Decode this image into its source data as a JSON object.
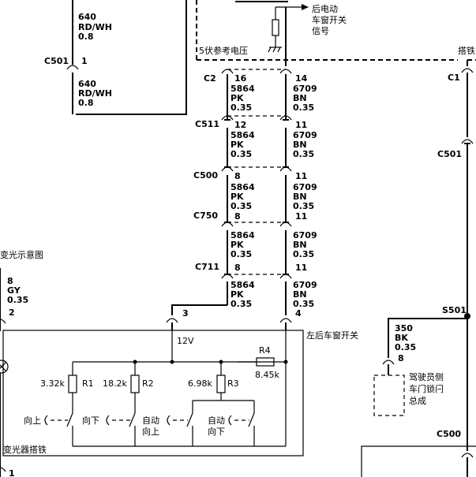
{
  "labels": {
    "rear_switch_signal": [
      "后电动",
      "车窗开关",
      "信号"
    ],
    "ref_5v": "5伏参考电压",
    "ground_top_right": "搭铁",
    "dimmer_diagram": "变光示意图",
    "rear_left_switch": "左后车窗开关",
    "dimmer_ground": "变光器搭铁",
    "driver_door_lock": [
      "驾驶员侧",
      "车门锁闩",
      "总成"
    ],
    "v12": "12V"
  },
  "left_wire": {
    "upper": [
      "640",
      "RD/WH",
      "0.8"
    ],
    "lower": [
      "640",
      "RD/WH",
      "0.8"
    ],
    "connector": "C501",
    "pin": "1"
  },
  "left_column": [
    {
      "connector": "C2",
      "pin": "16",
      "wire": [
        "5864",
        "PK",
        "0.35"
      ]
    },
    {
      "connector": "C511",
      "pin": "12",
      "wire": [
        "5864",
        "PK",
        "0.35"
      ]
    },
    {
      "connector": "C500",
      "pin": "8",
      "wire": [
        "5864",
        "PK",
        "0.35"
      ]
    },
    {
      "connector": "C750",
      "pin": "8",
      "wire": [
        "5864",
        "PK",
        "0.35"
      ]
    },
    {
      "connector": "C711",
      "pin": "8",
      "wire": [
        "5864",
        "PK",
        "0.35"
      ]
    }
  ],
  "right_column": [
    {
      "pin": "14",
      "wire": [
        "6709",
        "BN",
        "0.35"
      ]
    },
    {
      "pin": "11",
      "wire": [
        "6709",
        "BN",
        "0.35"
      ]
    },
    {
      "pin": "11",
      "wire": [
        "6709",
        "BN",
        "0.35"
      ]
    },
    {
      "pin": "11",
      "wire": [
        "6709",
        "BN",
        "0.35"
      ]
    },
    {
      "pin": "11",
      "wire": [
        "6709",
        "BN",
        "0.35"
      ]
    }
  ],
  "switch_pins": {
    "left": "3",
    "right": "4"
  },
  "dimmer_wire": [
    "8",
    "GY",
    "0.35"
  ],
  "dimmer_pin": "2",
  "bottom_pin": "1",
  "resistors": [
    {
      "name": "R1",
      "value": "3.32k"
    },
    {
      "name": "R2",
      "value": "18.2k"
    },
    {
      "name": "R3",
      "value": "6.98k"
    },
    {
      "name": "R4",
      "value": "8.45k"
    }
  ],
  "switches": [
    {
      "label": [
        "向上"
      ]
    },
    {
      "label": [
        "向下"
      ]
    },
    {
      "label": [
        "自动",
        "向上"
      ]
    },
    {
      "label": [
        "自动",
        "向下"
      ]
    }
  ],
  "right_side": {
    "c1": "C1",
    "c501": "C501",
    "s501": "S501",
    "c500": "C500",
    "wire_350": [
      "350",
      "BK",
      "0.35"
    ],
    "pin_8": "8"
  }
}
